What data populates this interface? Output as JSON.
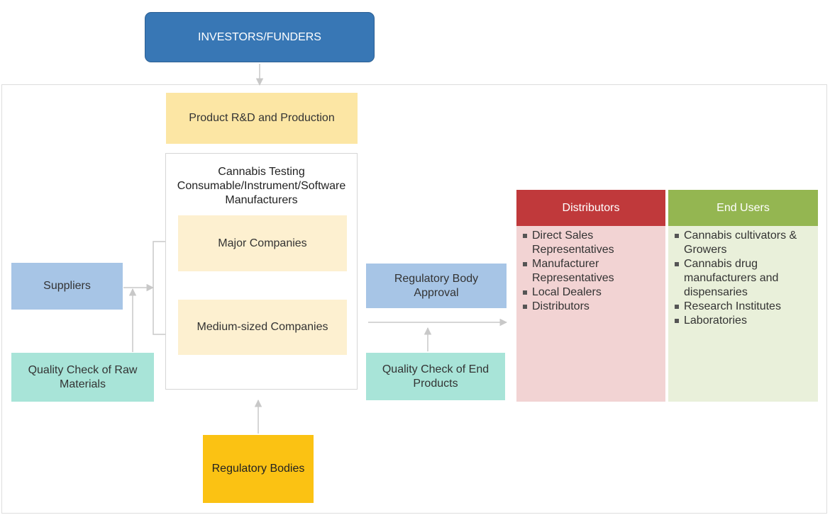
{
  "investors": {
    "label": "INVESTORS/FUNDERS"
  },
  "rnd": {
    "label": "Product R&D and Production"
  },
  "manufacturers": {
    "title_lines": [
      "Cannabis Testing",
      "Consumable/Instrument/Software",
      "Manufacturers"
    ],
    "major": "Major Companies",
    "medium": "Medium-sized Companies"
  },
  "suppliers": {
    "label": "Suppliers"
  },
  "qc_raw": {
    "lines": [
      "Quality Check of Raw",
      "Materials"
    ]
  },
  "regulatory_approval": {
    "lines": [
      "Regulatory Body",
      "Approval"
    ]
  },
  "qc_end": {
    "lines": [
      "Quality Check of End",
      "Products"
    ]
  },
  "regulatory_bodies": {
    "label": "Regulatory Bodies"
  },
  "distributors": {
    "header": "Distributors",
    "items": [
      "Direct Sales Representatives",
      "Manufacturer Representatives",
      "Local Dealers",
      "Distributors"
    ]
  },
  "end_users": {
    "header": "End Users",
    "items": [
      "Cannabis cultivators & Growers",
      "Cannabis drug manufacturers and dispensaries",
      "Research Institutes",
      "Laboratories"
    ]
  },
  "colors": {
    "investors": "#3877b5",
    "rnd": "#fce6a4",
    "company_box": "#fdf0d0",
    "blue_box": "#a7c5e6",
    "teal_box": "#a8e4d8",
    "regulatory_bodies": "#fbc213",
    "distributors_header": "#c0393b",
    "distributors_body": "#f2d3d3",
    "end_users_header": "#94b651",
    "end_users_body": "#e9f0da",
    "connector": "#c8c8c8"
  }
}
